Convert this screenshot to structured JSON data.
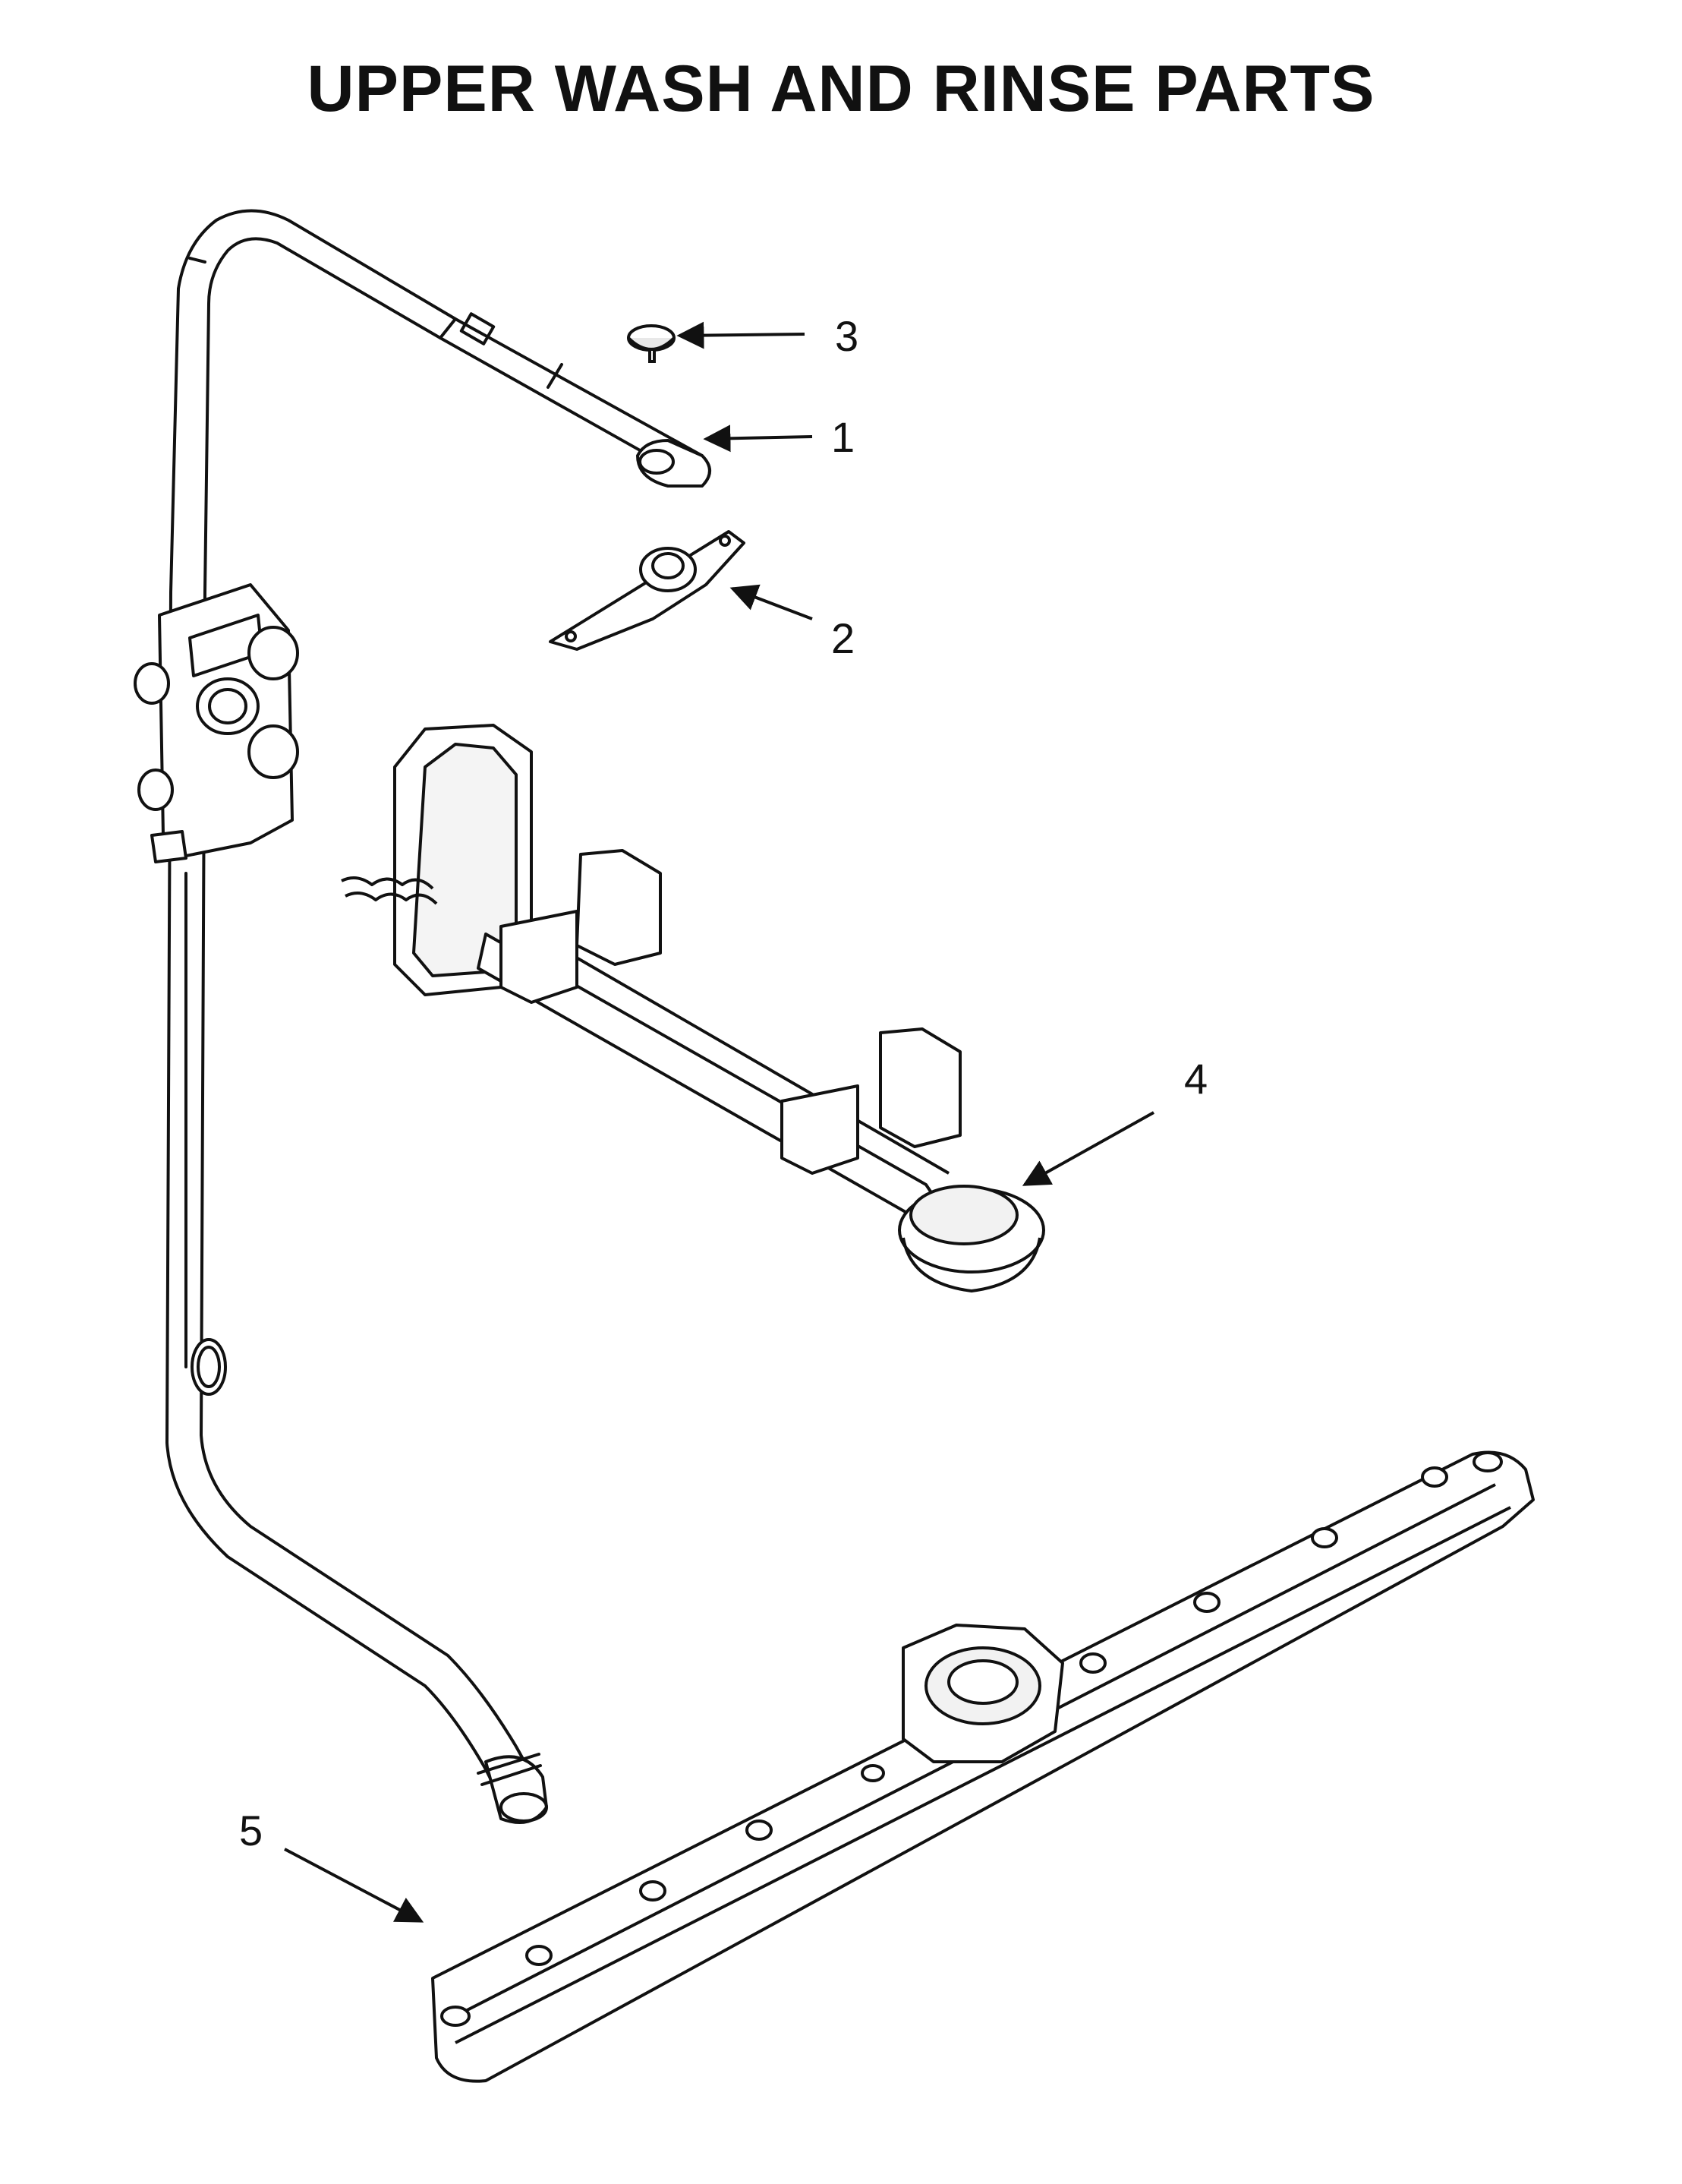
{
  "title": "UPPER WASH AND RINSE PARTS",
  "callouts": [
    {
      "id": "1",
      "label": "1",
      "part": "upper-spray-arm-manifold-tube"
    },
    {
      "id": "2",
      "label": "2",
      "part": "spray-arm-mount-bracket"
    },
    {
      "id": "3",
      "label": "3",
      "part": "cap-plug"
    },
    {
      "id": "4",
      "label": "4",
      "part": "upper-spray-arm-manifold-assembly"
    },
    {
      "id": "5",
      "label": "5",
      "part": "lower-spray-arm"
    }
  ],
  "colors": {
    "line": "#111111",
    "fill": "#ffffff",
    "shade": "#dedede"
  }
}
